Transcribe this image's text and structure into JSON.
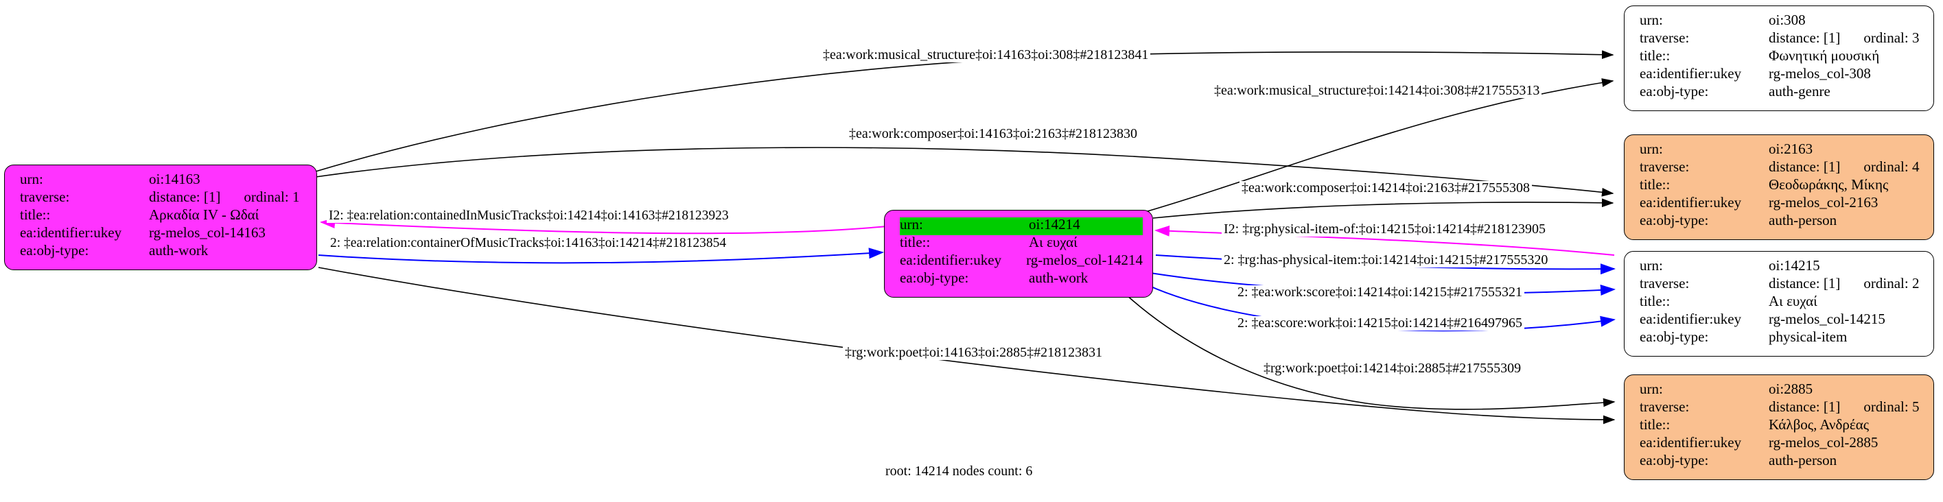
{
  "graph": {
    "footer": "root: 14214 nodes count: 6",
    "colors": {
      "root_fill": "#ff33ff",
      "highlight_fill": "#00cc00",
      "person_fill": "#fac090",
      "plain_fill": "#ffffff",
      "edge_black": "#000000",
      "edge_magenta": "#ff00ff",
      "edge_blue": "#0000ff"
    },
    "field_labels": {
      "urn": "urn:",
      "traverse": "traverse:",
      "title": "title::",
      "ukey": "ea:identifier:ukey",
      "objtype": "ea:obj-type:"
    }
  },
  "nodes": [
    {
      "id": "n14163",
      "fill": "magenta",
      "urn": "oi:14163",
      "traverse_distance": "distance: [1]",
      "traverse_ordinal": "ordinal: 1",
      "title": "Αρκαδία IV - Ωδαί",
      "ukey": "rg-melos_col-14163",
      "objtype": "auth-work"
    },
    {
      "id": "n14214",
      "fill": "magenta",
      "highlight_urn": true,
      "urn": "oi:14214",
      "title": "Αι ευχαί",
      "ukey": "rg-melos_col-14214",
      "objtype": "auth-work"
    },
    {
      "id": "n308",
      "fill": "white",
      "urn": "oi:308",
      "traverse_distance": "distance: [1]",
      "traverse_ordinal": "ordinal: 3",
      "title": "Φωνητική μουσική",
      "ukey": "rg-melos_col-308",
      "objtype": "auth-genre"
    },
    {
      "id": "n2163",
      "fill": "orange",
      "urn": "oi:2163",
      "traverse_distance": "distance: [1]",
      "traverse_ordinal": "ordinal: 4",
      "title": "Θεοδωράκης, Μίκης",
      "ukey": "rg-melos_col-2163",
      "objtype": "auth-person"
    },
    {
      "id": "n14215",
      "fill": "white",
      "urn": "oi:14215",
      "traverse_distance": "distance: [1]",
      "traverse_ordinal": "ordinal: 2",
      "title": "Αι ευχαί",
      "ukey": "rg-melos_col-14215",
      "objtype": "physical-item"
    },
    {
      "id": "n2885",
      "fill": "orange",
      "urn": "oi:2885",
      "traverse_distance": "distance: [1]",
      "traverse_ordinal": "ordinal: 5",
      "title": "Κάλβος, Ανδρέας",
      "ukey": "rg-melos_col-2885",
      "objtype": "auth-person"
    }
  ],
  "edges": [
    {
      "id": "e1",
      "label": "‡ea:work:musical_structure‡oi:14163‡oi:308‡#218123841",
      "color": "#000000"
    },
    {
      "id": "e2",
      "label": "‡ea:work:musical_structure‡oi:14214‡oi:308‡#217555313",
      "color": "#000000"
    },
    {
      "id": "e3",
      "label": "‡ea:work:composer‡oi:14163‡oi:2163‡#218123830",
      "color": "#000000"
    },
    {
      "id": "e4",
      "label": "‡ea:work:composer‡oi:14214‡oi:2163‡#217555308",
      "color": "#000000"
    },
    {
      "id": "e5",
      "label": "I2: ‡ea:relation:containedInMusicTracks‡oi:14214‡oi:14163‡#218123923",
      "color": "#ff00ff"
    },
    {
      "id": "e6",
      "label": "2: ‡ea:relation:containerOfMusicTracks‡oi:14163‡oi:14214‡#218123854",
      "color": "#0000ff"
    },
    {
      "id": "e7",
      "label": "I2: ‡rg:physical-item-of:‡oi:14215‡oi:14214‡#218123905",
      "color": "#ff00ff"
    },
    {
      "id": "e8",
      "label": "2: ‡rg:has-physical-item:‡oi:14214‡oi:14215‡#217555320",
      "color": "#0000ff"
    },
    {
      "id": "e9",
      "label": "2: ‡ea:work:score‡oi:14214‡oi:14215‡#217555321",
      "color": "#0000ff"
    },
    {
      "id": "e10",
      "label": "2: ‡ea:score:work‡oi:14215‡oi:14214‡#216497965",
      "color": "#0000ff"
    },
    {
      "id": "e11",
      "label": "‡rg:work:poet‡oi:14163‡oi:2885‡#218123831",
      "color": "#000000"
    },
    {
      "id": "e12",
      "label": "‡rg:work:poet‡oi:14214‡oi:2885‡#217555309",
      "color": "#000000"
    }
  ]
}
